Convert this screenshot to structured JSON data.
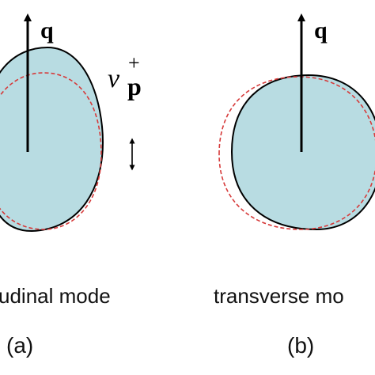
{
  "panels": {
    "a": {
      "vector_label": "q",
      "nu_symbol": "ν",
      "nu_superscript": "+",
      "nu_subscript": "p",
      "mode_text": "udinal mode",
      "panel_tag": "(a)"
    },
    "b": {
      "vector_label": "q",
      "mode_text": "transverse mo",
      "panel_tag": "(b)"
    }
  },
  "colors": {
    "fill": "#b8dce2",
    "outline": "#000000",
    "dashed": "#d63a3a"
  }
}
